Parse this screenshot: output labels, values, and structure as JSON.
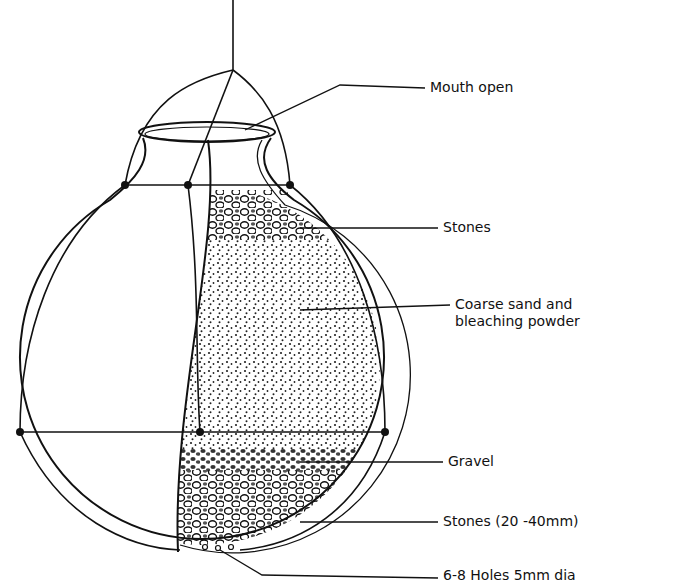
{
  "diagram": {
    "labels": [
      "Mouth open",
      "Stones",
      "Coarse sand and bleaching powder",
      "Gravel",
      "Stones (20 -40mm)",
      "6-8 Holes 5mm dia"
    ]
  }
}
